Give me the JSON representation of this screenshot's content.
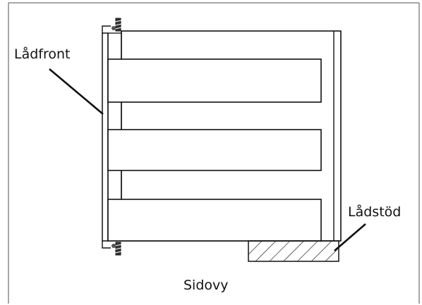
{
  "labels": {
    "drawer_front": "Lådfront",
    "drawer_support": "Lådstöd",
    "view_caption": "Sidovy"
  },
  "colors": {
    "stroke": "#111111",
    "frame": "#8a8a8a",
    "background": "#ffffff"
  },
  "icons": [
    "screw-icon",
    "screw-icon"
  ]
}
